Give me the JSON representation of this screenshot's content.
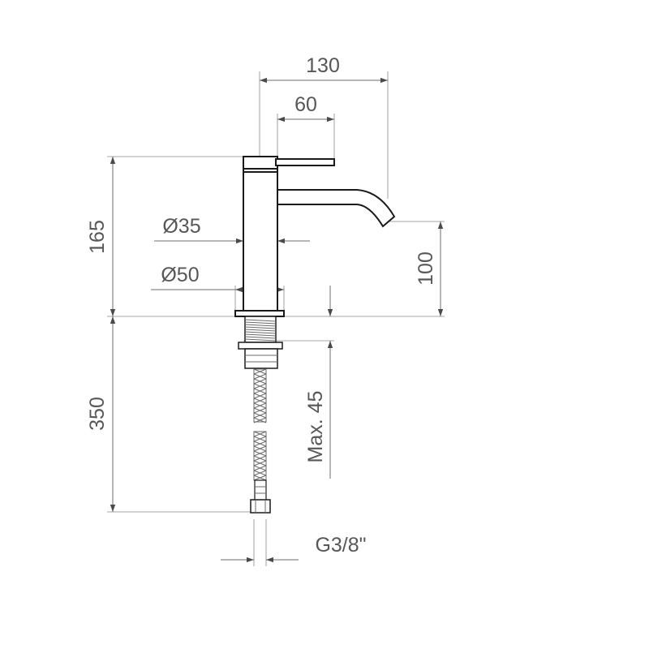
{
  "dimensions": {
    "width_total": "130",
    "width_lever": "60",
    "height_total": "165",
    "diameter_body": "Ø35",
    "diameter_base": "Ø50",
    "height_spout": "100",
    "hose_length": "350",
    "max_thickness": "Max. 45",
    "thread": "G3/8\""
  },
  "colors": {
    "line": "#6d6d6d",
    "outline": "#1a1a1a",
    "text": "#575757"
  }
}
